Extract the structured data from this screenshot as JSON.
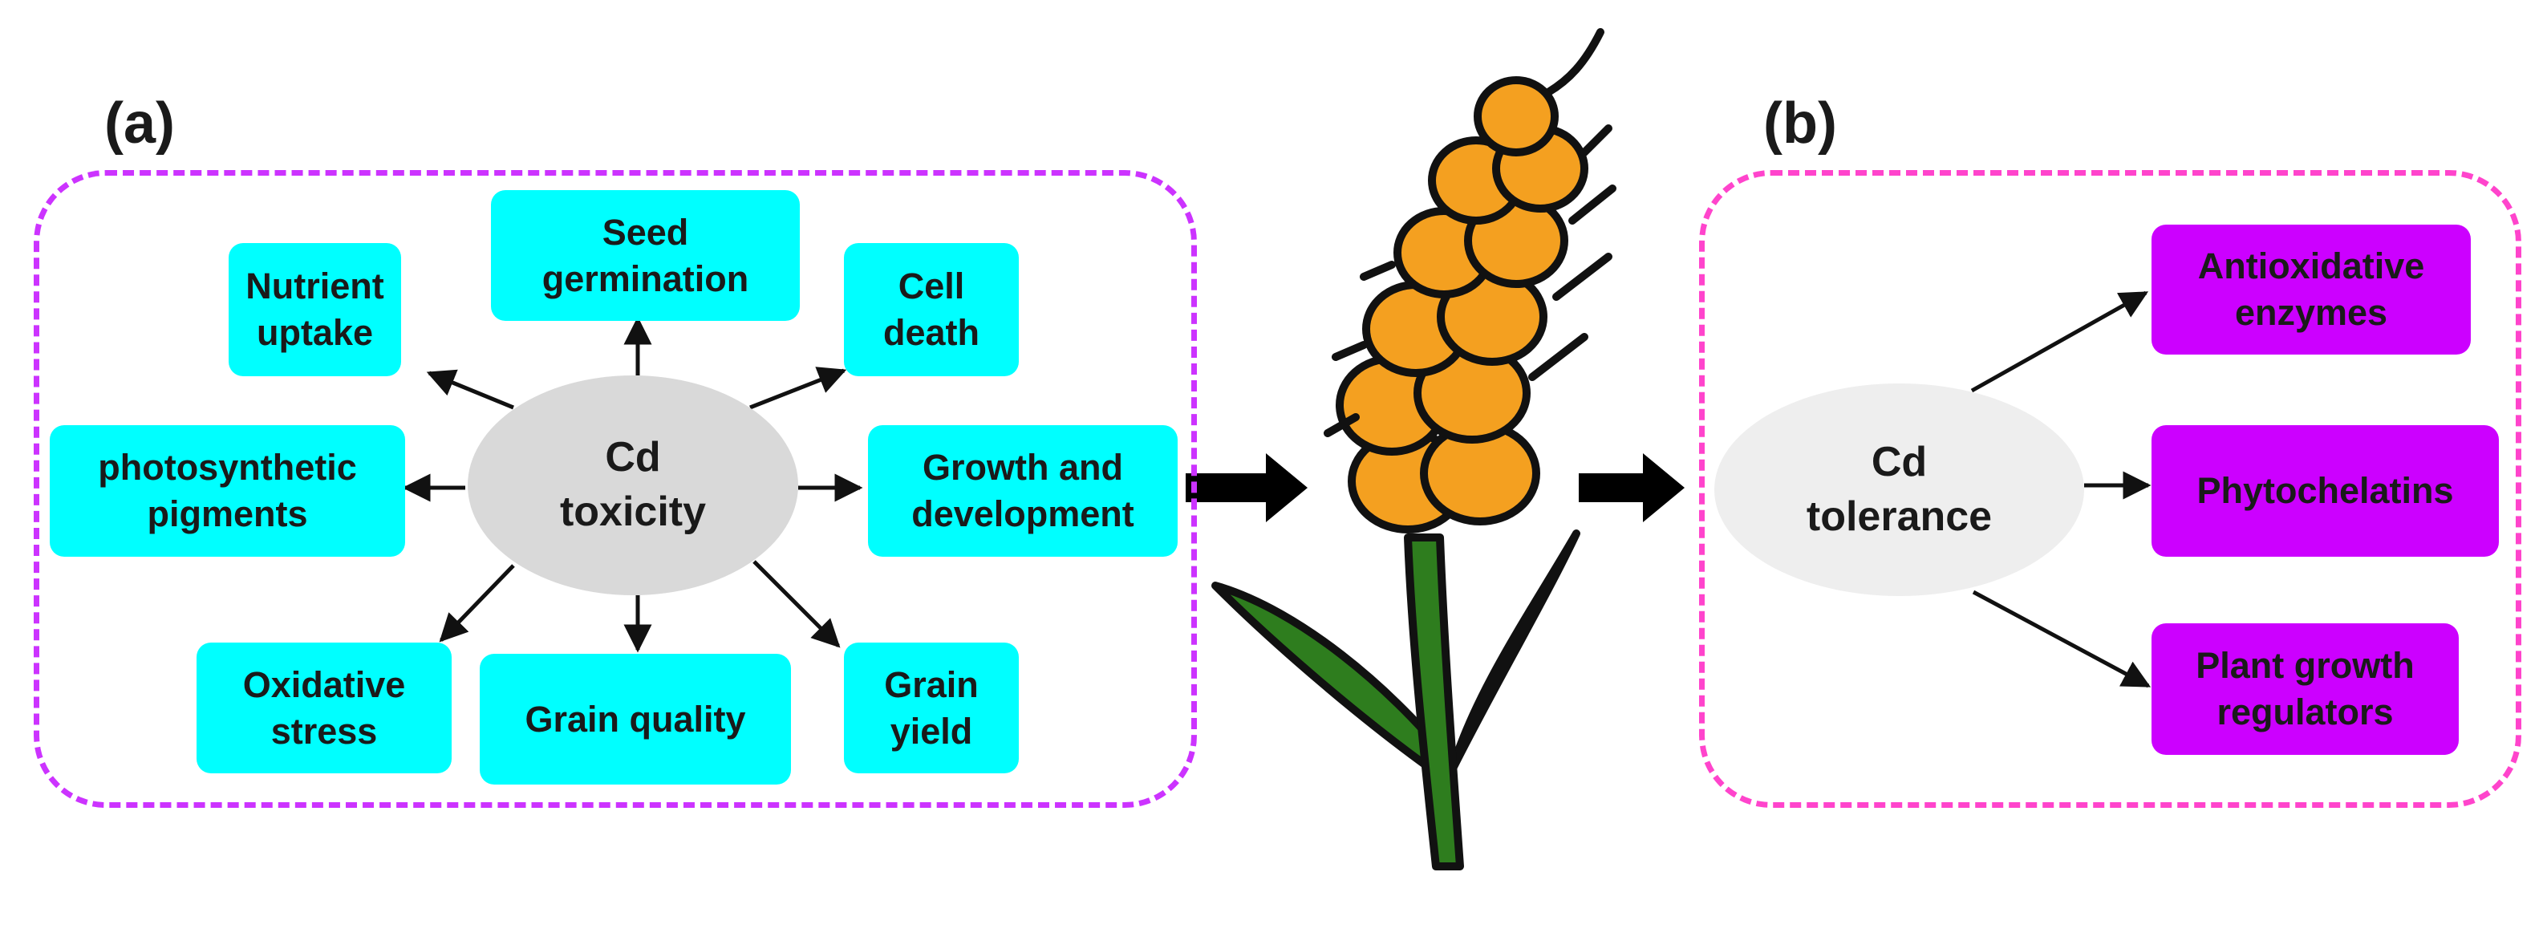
{
  "colors": {
    "toxicity_box": "#00ffff",
    "tolerance_box": "#cc00ff",
    "frame_a": "#cc33ff",
    "frame_b": "#ff44cc",
    "center_toxicity": "#d9d9d9",
    "center_tolerance": "#eeeeee",
    "grain": "#f4a020",
    "leaf": "#2e7d1e"
  },
  "panel_a": {
    "label": "(a)",
    "center": "Cd\ntoxicity",
    "effects": {
      "seed_germination": "Seed\ngermination",
      "nutrient_uptake": "Nutrient\nuptake",
      "cell_death": "Cell\ndeath",
      "photosynthetic_pigments": "photosynthetic\npigments",
      "growth_development": "Growth and\ndevelopment",
      "oxidative_stress": "Oxidative\nstress",
      "grain_quality": "Grain quality",
      "grain_yield": "Grain\nyield"
    }
  },
  "panel_b": {
    "label": "(b)",
    "center": "Cd\ntolerance",
    "mechanisms": {
      "antioxidative_enzymes": "Antioxidative\nenzymes",
      "phytochelatins": "Phytochelatins",
      "plant_growth_regulators": "Plant growth\nregulators"
    }
  },
  "icons": [
    "wheat-plant-icon",
    "block-arrow-right-icon"
  ]
}
